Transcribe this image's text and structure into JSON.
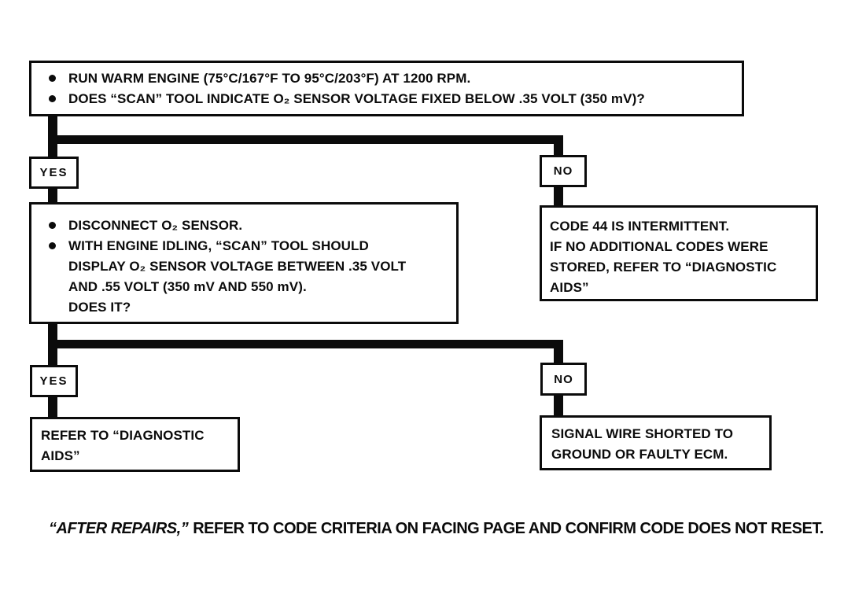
{
  "flow": {
    "colors": {
      "ink": "#0b0b0b",
      "background": "#ffffff"
    },
    "start_box": {
      "bullets": [
        "RUN WARM ENGINE (75°C/167°F TO 95°C/203°F) AT 1200 RPM.",
        "DOES “SCAN” TOOL INDICATE O₂ SENSOR VOLTAGE FIXED BELOW .35 VOLT (350 mV)?"
      ]
    },
    "branch1": {
      "yes": "YES",
      "no": "NO"
    },
    "process_box": {
      "items": [
        {
          "lines": [
            "DISCONNECT O₂ SENSOR."
          ]
        },
        {
          "lines": [
            "WITH ENGINE IDLING, “SCAN” TOOL SHOULD",
            "DISPLAY O₂ SENSOR VOLTAGE BETWEEN .35 VOLT",
            "AND .55 VOLT (350 mV AND 550 mV).",
            "DOES IT?"
          ]
        }
      ]
    },
    "intermittent_box": {
      "lines": [
        "CODE 44 IS INTERMITTENT.",
        "IF NO ADDITIONAL CODES WERE",
        "STORED, REFER TO “DIAGNOSTIC",
        "AIDS”"
      ]
    },
    "branch2": {
      "yes": "YES",
      "no": "NO"
    },
    "aids_box": {
      "lines": [
        "REFER TO “DIAGNOSTIC",
        "AIDS”"
      ]
    },
    "signal_box": {
      "lines": [
        "SIGNAL WIRE SHORTED TO",
        "GROUND OR FAULTY ECM."
      ]
    },
    "footer": {
      "italic_part": "“AFTER REPAIRS,”",
      "rest": "REFER TO CODE CRITERIA ON FACING PAGE AND CONFIRM CODE DOES NOT RESET."
    }
  }
}
